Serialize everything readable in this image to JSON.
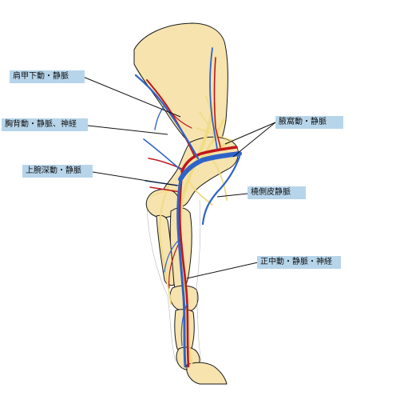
{
  "labels": {
    "scapular": "肩甲下動・静脈",
    "thoracodorsal": "胸背動・静脈、神経",
    "deep_brachial": "上腕深動・静脈",
    "axillary": "腋窩動・静脈",
    "cephalic": "橈側皮静脈",
    "median": "正中動・静脈・神経"
  },
  "colors": {
    "bone": "#f6e3ae",
    "bone_outline": "#1a1a1a",
    "artery": "#c0161b",
    "vein": "#2f63c8",
    "nerve": "#f0dc82",
    "label_bg": "#b7d5ea",
    "leader": "#111111"
  }
}
